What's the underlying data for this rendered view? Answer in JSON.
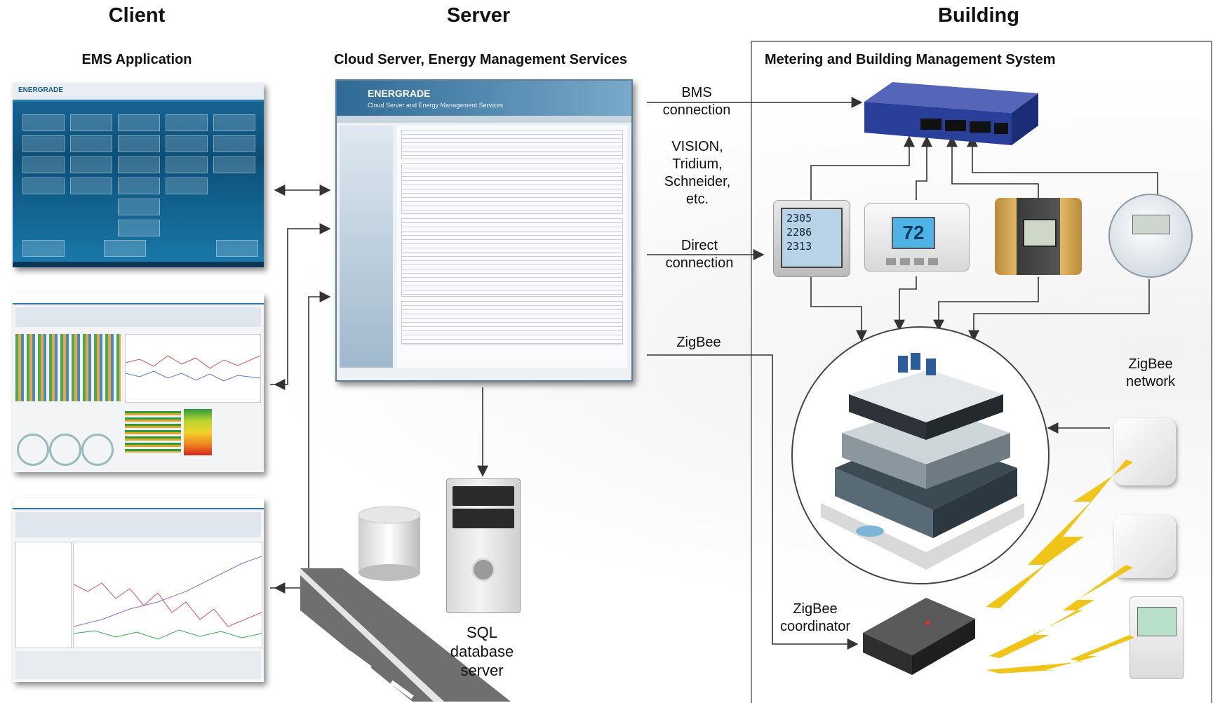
{
  "columns": {
    "client": "Client",
    "server": "Server",
    "building": "Building"
  },
  "subtitles": {
    "client": "EMS Application",
    "server": "Cloud Server, Energy Management Services",
    "building": "Metering and Building Management System"
  },
  "labels": {
    "bms": "BMS\nconnection",
    "vision": "VISION,\nTridium,\nSchneider,\netc.",
    "direct": "Direct\nconnection",
    "zigbee": "ZigBee",
    "zigbee_network": "ZigBee\nnetwork",
    "zigbee_coordinator": "ZigBee\ncoordinator",
    "sql": "SQL\ndatabase\nserver"
  },
  "screens": {
    "ems_brand": "ENERGRADE",
    "server_brand": "ENERGRADE",
    "server_subtitle": "Cloud Server and Energy Management Services",
    "meter_display": "2305\n2286\n2313",
    "thermostat_display": "72"
  },
  "colors": {
    "ems_blue": "#0c4f78",
    "switch_blue": "#2a3f9a",
    "bolt_yellow": "#f0c419",
    "wire": "#333333"
  }
}
